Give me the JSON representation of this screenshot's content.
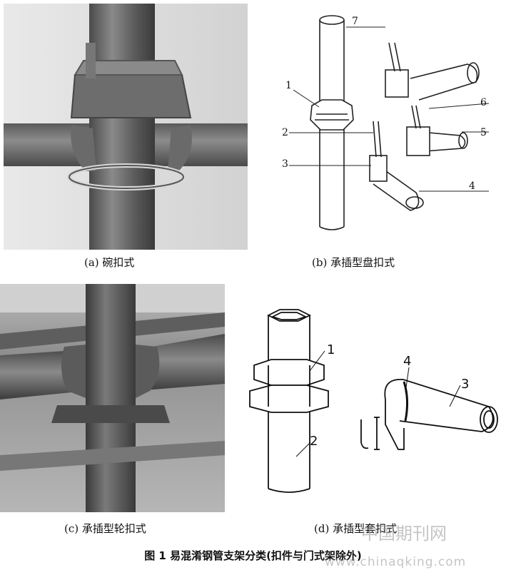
{
  "captions": {
    "a": "(a) 碗扣式",
    "b": "(b) 承插型盘扣式",
    "c": "(c) 承插型轮扣式",
    "d": "(d) 承插型套扣式"
  },
  "figure_title": "图 1  易混淆钢管支架分类(扣件与门式架除外)",
  "callouts_b": [
    "1",
    "2",
    "3",
    "4",
    "5",
    "6",
    "7"
  ],
  "callouts_d": [
    "1",
    "2",
    "3",
    "4"
  ],
  "watermark": {
    "cn": "中国期刊网",
    "url": "www.chinaqking.com"
  }
}
